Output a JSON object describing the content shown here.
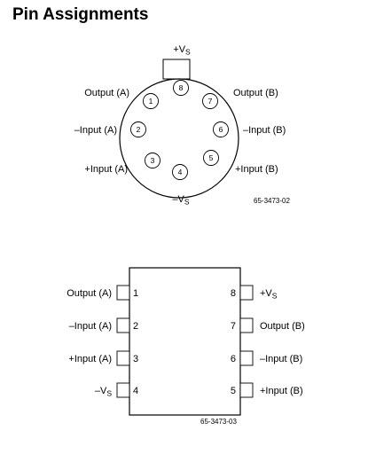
{
  "title": "Pin Assignments",
  "top_package": {
    "pins": [
      {
        "num": "1",
        "label": "Output (A)"
      },
      {
        "num": "2",
        "label": "–Input (A)"
      },
      {
        "num": "3",
        "label": "+Input (A)"
      },
      {
        "num": "4",
        "label": "–V",
        "sub": "S"
      },
      {
        "num": "5",
        "label": "+Input (B)"
      },
      {
        "num": "6",
        "label": "–Input (B)"
      },
      {
        "num": "7",
        "label": "Output (B)"
      },
      {
        "num": "8",
        "label": "+V",
        "sub": "S"
      }
    ],
    "code": "65-3473-02"
  },
  "dip_package": {
    "pins": [
      {
        "num": "1",
        "label": "Output (A)"
      },
      {
        "num": "2",
        "label": "–Input (A)"
      },
      {
        "num": "3",
        "label": "+Input (A)"
      },
      {
        "num": "4",
        "label": "–V",
        "sub": "S"
      },
      {
        "num": "5",
        "label": "+Input (B)"
      },
      {
        "num": "6",
        "label": "–Input (B)"
      },
      {
        "num": "7",
        "label": "Output (B)"
      },
      {
        "num": "8",
        "label": "+V",
        "sub": "S"
      }
    ],
    "code": "65-3473-03"
  }
}
